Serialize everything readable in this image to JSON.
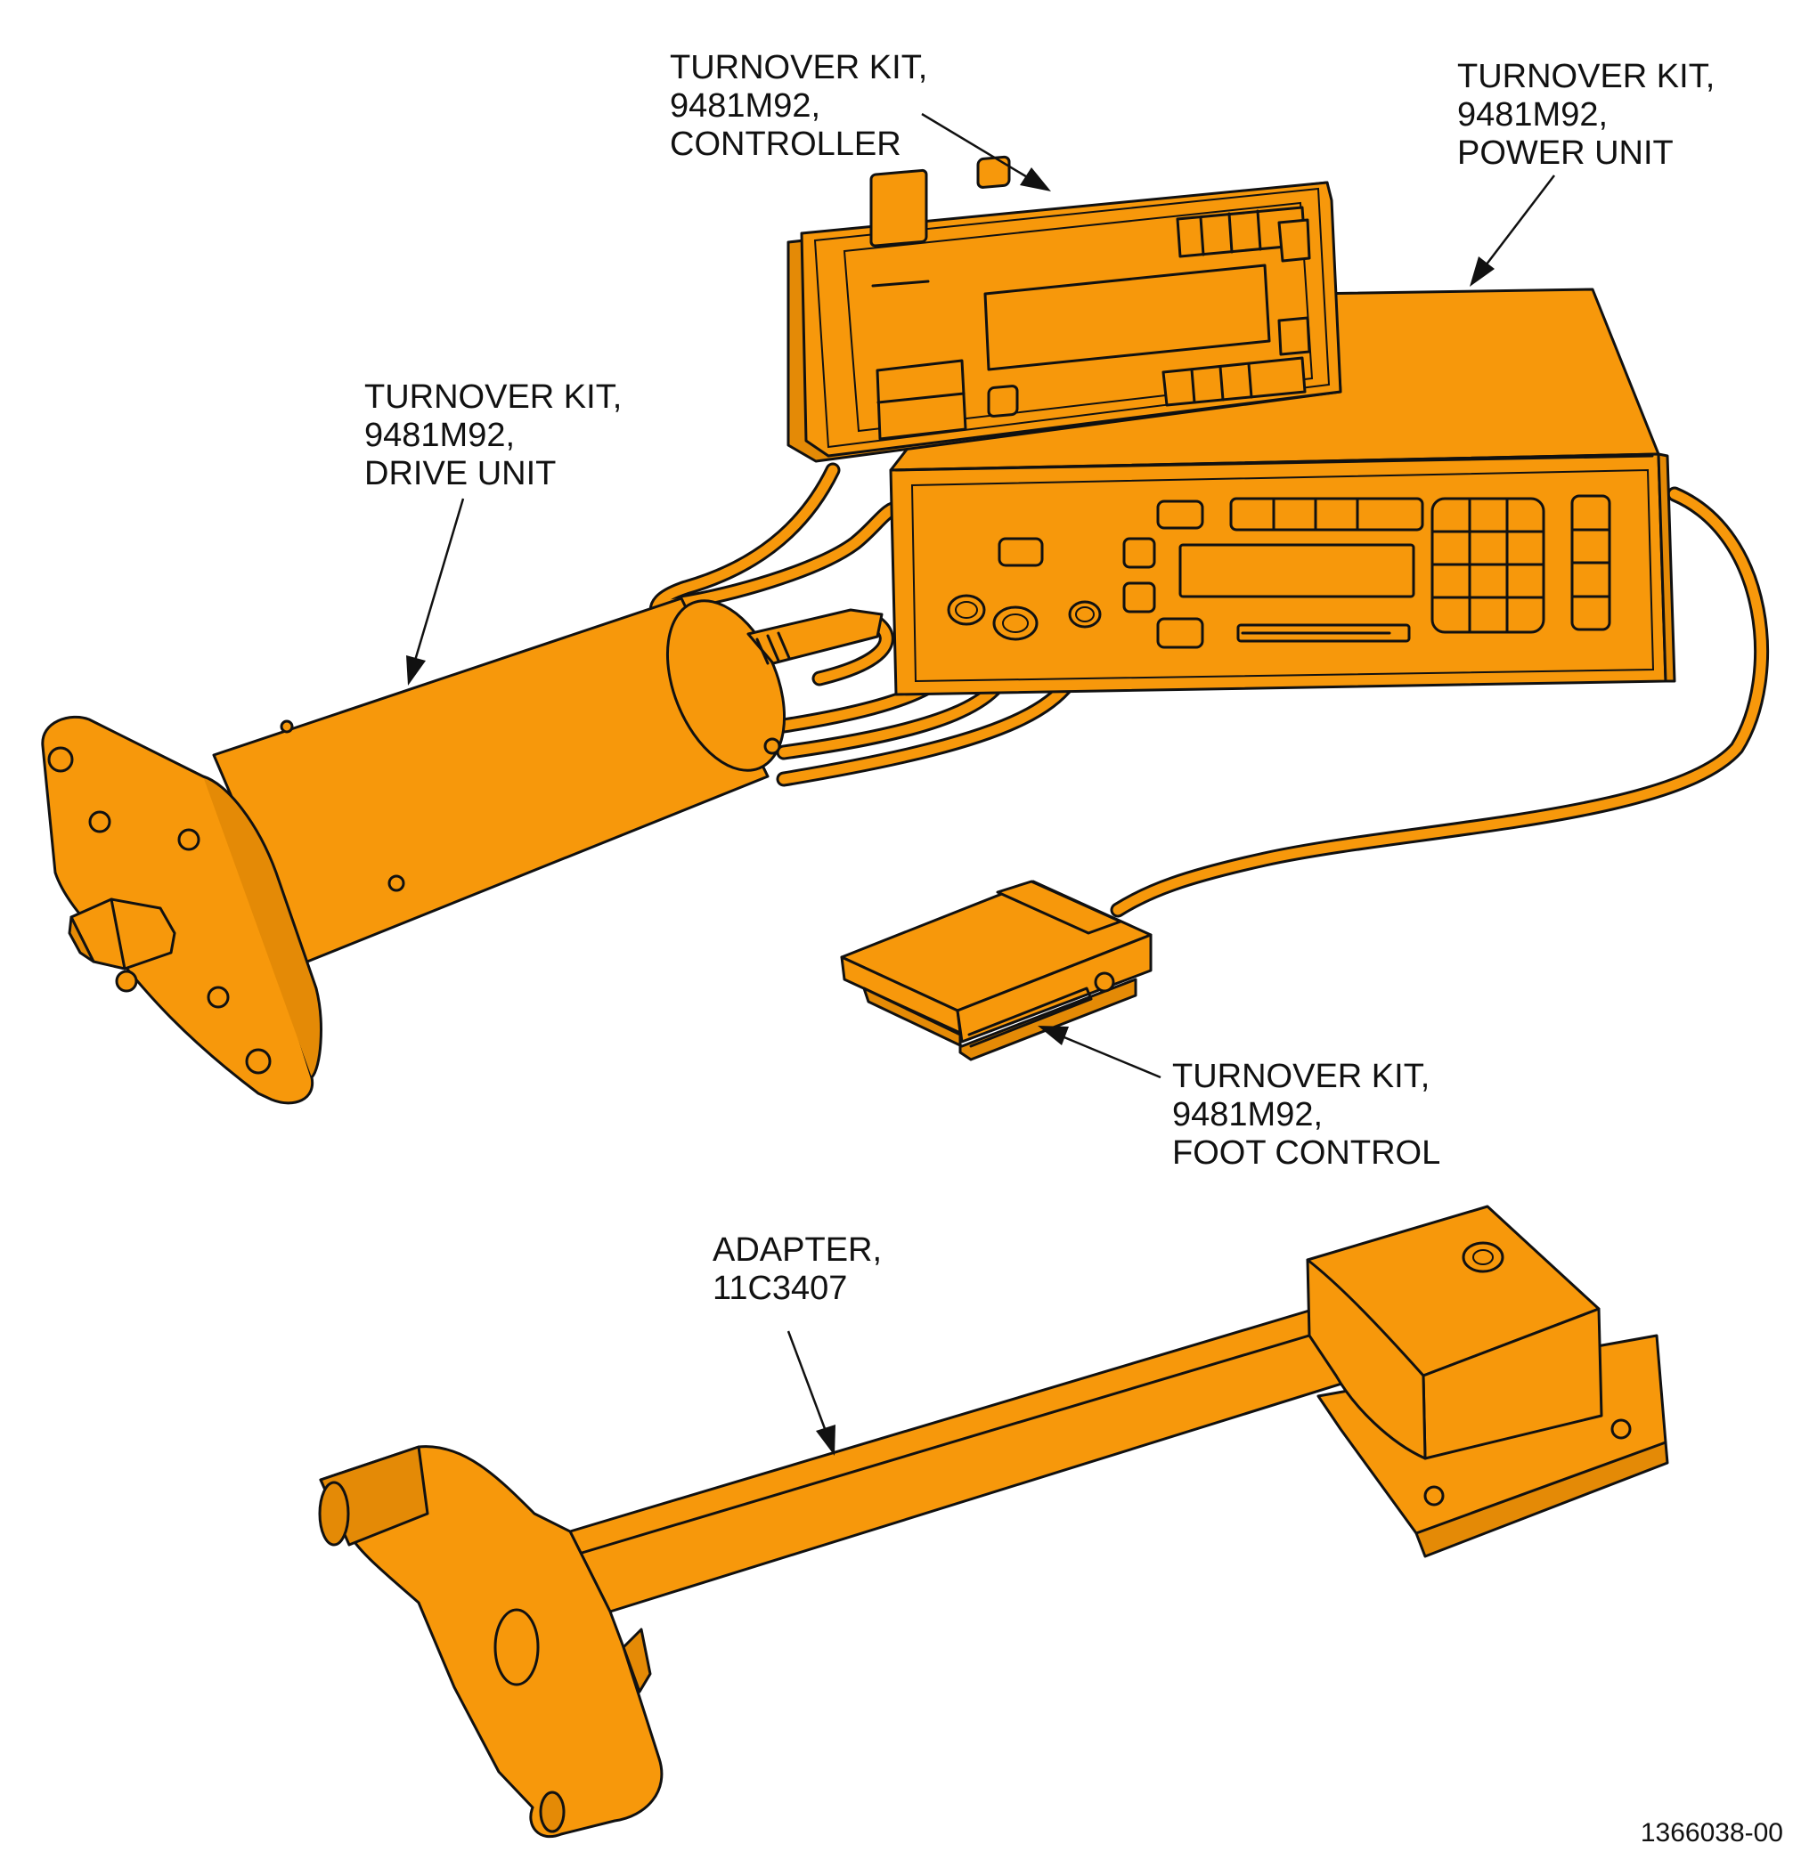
{
  "figure": {
    "fill_color": "#F7980B",
    "line_color": "#111111",
    "figure_number": "1366038-00"
  },
  "callouts": {
    "controller": {
      "lines": [
        "TURNOVER KIT,",
        "9481M92,",
        "CONTROLLER"
      ]
    },
    "power_unit": {
      "lines": [
        "TURNOVER KIT,",
        "9481M92,",
        "POWER UNIT"
      ]
    },
    "drive_unit": {
      "lines": [
        "TURNOVER KIT,",
        "9481M92,",
        "DRIVE UNIT"
      ]
    },
    "foot_control": {
      "lines": [
        "TURNOVER KIT,",
        "9481M92,",
        "FOOT CONTROL"
      ]
    },
    "adapter": {
      "lines": [
        "ADAPTER,",
        "11C3407"
      ]
    }
  }
}
